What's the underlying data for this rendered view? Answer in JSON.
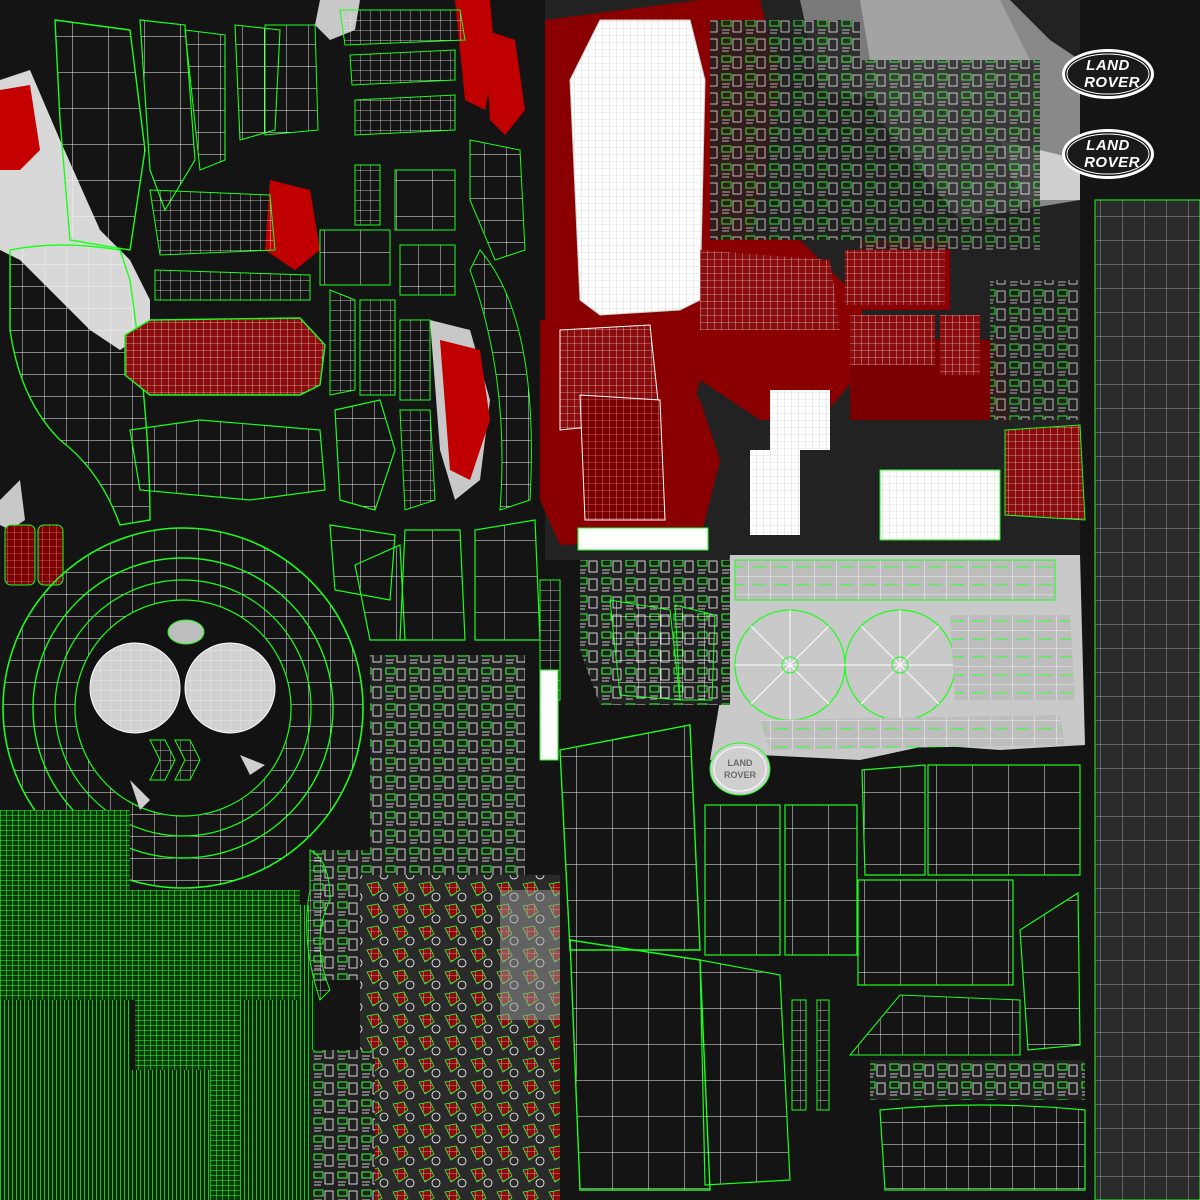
{
  "logos": {
    "top": {
      "line1": "LAND",
      "line2": "ROVER"
    },
    "bottom": {
      "line1": "LAND",
      "line2": "ROVER"
    },
    "small": {
      "line1": "LAND",
      "line2": "ROVER"
    }
  },
  "colors": {
    "background": "#141414",
    "shell_dark": "#1d1d1d",
    "shell_light": "#cfcfcf",
    "shell_mid": "#7a7a7a",
    "red": "#c00000",
    "red_dark": "#7a0000",
    "seam": "#1aff1a",
    "wire": "#f2f2f2"
  }
}
